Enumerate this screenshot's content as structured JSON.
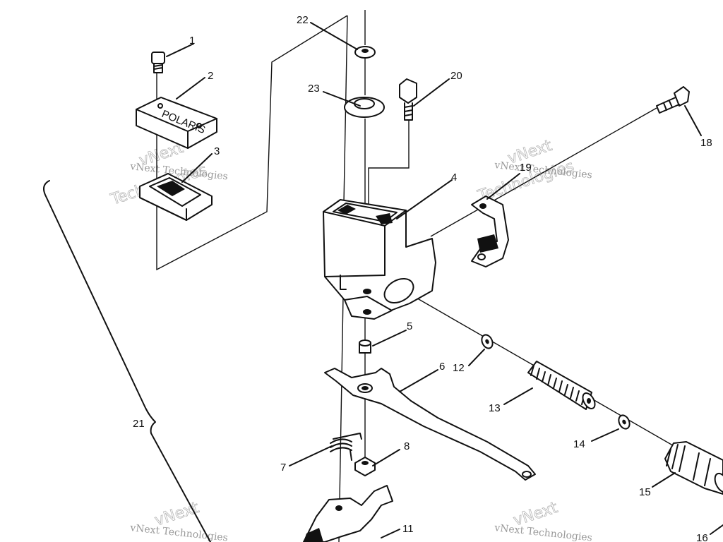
{
  "colors": {
    "ink": "#111111",
    "watermark": "#9a9a9a",
    "background": "#ffffff"
  },
  "callouts": [
    {
      "id": "c1",
      "text": "1"
    },
    {
      "id": "c2",
      "text": "2"
    },
    {
      "id": "c3",
      "text": "3"
    },
    {
      "id": "c4",
      "text": "4"
    },
    {
      "id": "c5",
      "text": "5"
    },
    {
      "id": "c6",
      "text": "6"
    },
    {
      "id": "c7",
      "text": "7"
    },
    {
      "id": "c8",
      "text": "8"
    },
    {
      "id": "c11",
      "text": "11"
    },
    {
      "id": "c12",
      "text": "12"
    },
    {
      "id": "c13",
      "text": "13"
    },
    {
      "id": "c14",
      "text": "14"
    },
    {
      "id": "c15",
      "text": "15"
    },
    {
      "id": "c16",
      "text": "16"
    },
    {
      "id": "c18",
      "text": "18"
    },
    {
      "id": "c19",
      "text": "19"
    },
    {
      "id": "c20",
      "text": "20"
    },
    {
      "id": "c21",
      "text": "21"
    },
    {
      "id": "c22",
      "text": "22"
    },
    {
      "id": "c23",
      "text": "23"
    }
  ],
  "watermark": {
    "company": "vNext Technologies",
    "short": "vNext",
    "word": "Technologies"
  },
  "lid_marking": "POLARIS"
}
